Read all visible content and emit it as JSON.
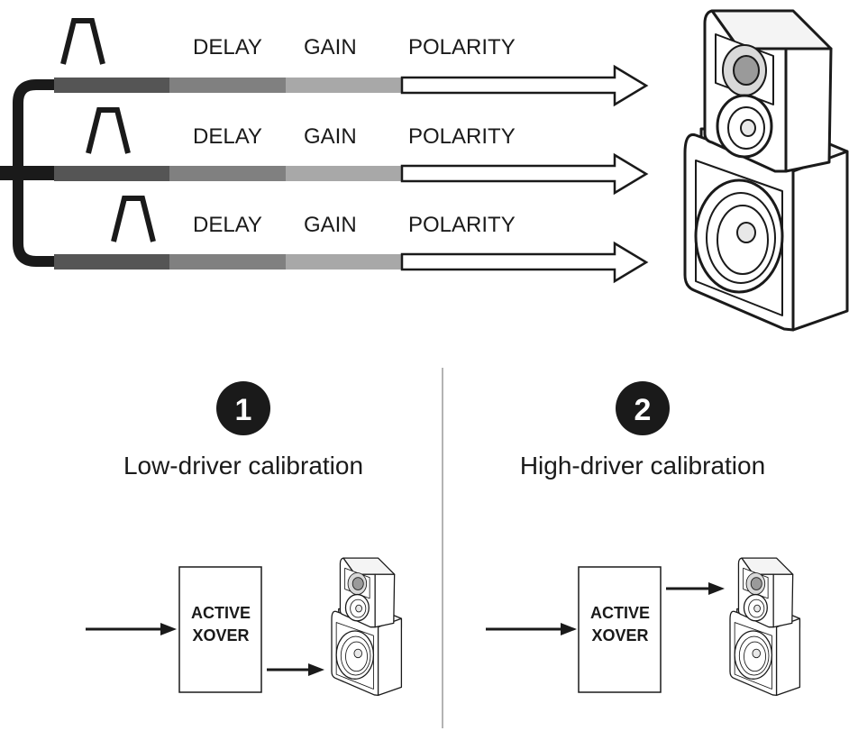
{
  "signal_chain": {
    "rows": [
      {
        "delay": "DELAY",
        "gain": "GAIN",
        "polarity": "POLARITY"
      },
      {
        "delay": "DELAY",
        "gain": "GAIN",
        "polarity": "POLARITY"
      },
      {
        "delay": "DELAY",
        "gain": "GAIN",
        "polarity": "POLARITY"
      }
    ]
  },
  "steps": [
    {
      "number": "1",
      "caption": "Low-driver calibration",
      "box_line1": "ACTIVE",
      "box_line2": "XOVER"
    },
    {
      "number": "2",
      "caption": "High-driver calibration",
      "box_line1": "ACTIVE",
      "box_line2": "XOVER"
    }
  ],
  "colors": {
    "ink": "#1a1a1a",
    "band_dark": "#555555",
    "band_mid": "#808080",
    "band_light": "#a8a8a8",
    "speaker_fill": "#ffffff"
  },
  "icons": [
    "bandpass-filter-icon",
    "arrow-right-icon",
    "speaker-stack-icon"
  ]
}
